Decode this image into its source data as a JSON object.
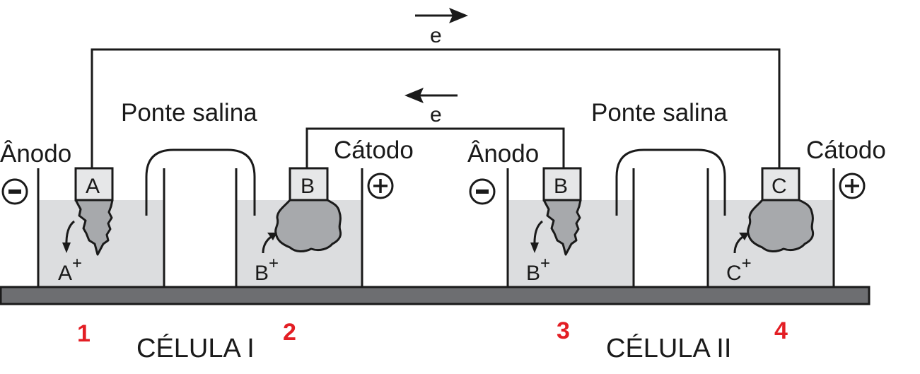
{
  "diagram": {
    "type": "electrochemical-cells-in-series",
    "wire_top": {
      "electron_label": "e",
      "electron_direction": "right"
    },
    "wire_inner": {
      "electron_label": "e",
      "electron_direction": "left"
    },
    "cells": [
      {
        "name": "CÉLULA I",
        "salt_bridge_label": "Ponte salina",
        "anode": {
          "label": "Ânodo",
          "sign": "−",
          "electrode": "A",
          "ion": "A",
          "ion_charge": "+",
          "beaker_number": "1"
        },
        "cathode": {
          "label": "Cátodo",
          "sign": "+",
          "electrode": "B",
          "ion": "B",
          "ion_charge": "+",
          "beaker_number": "2"
        }
      },
      {
        "name": "CÉLULA II",
        "salt_bridge_label": "Ponte salina",
        "anode": {
          "label": "Ânodo",
          "sign": "−",
          "electrode": "B",
          "ion": "B",
          "ion_charge": "+",
          "beaker_number": "3"
        },
        "cathode": {
          "label": "Cátodo",
          "sign": "+",
          "electrode": "C",
          "ion": "C",
          "ion_charge": "+",
          "beaker_number": "4"
        }
      }
    ]
  },
  "colors": {
    "solution": "#dcdddf",
    "electrode_cap": "#e6e7e8",
    "electrode_body": "#a7a9ac",
    "base": "#6d6e71",
    "line": "#1a1a1a",
    "number": "#e31e24"
  }
}
